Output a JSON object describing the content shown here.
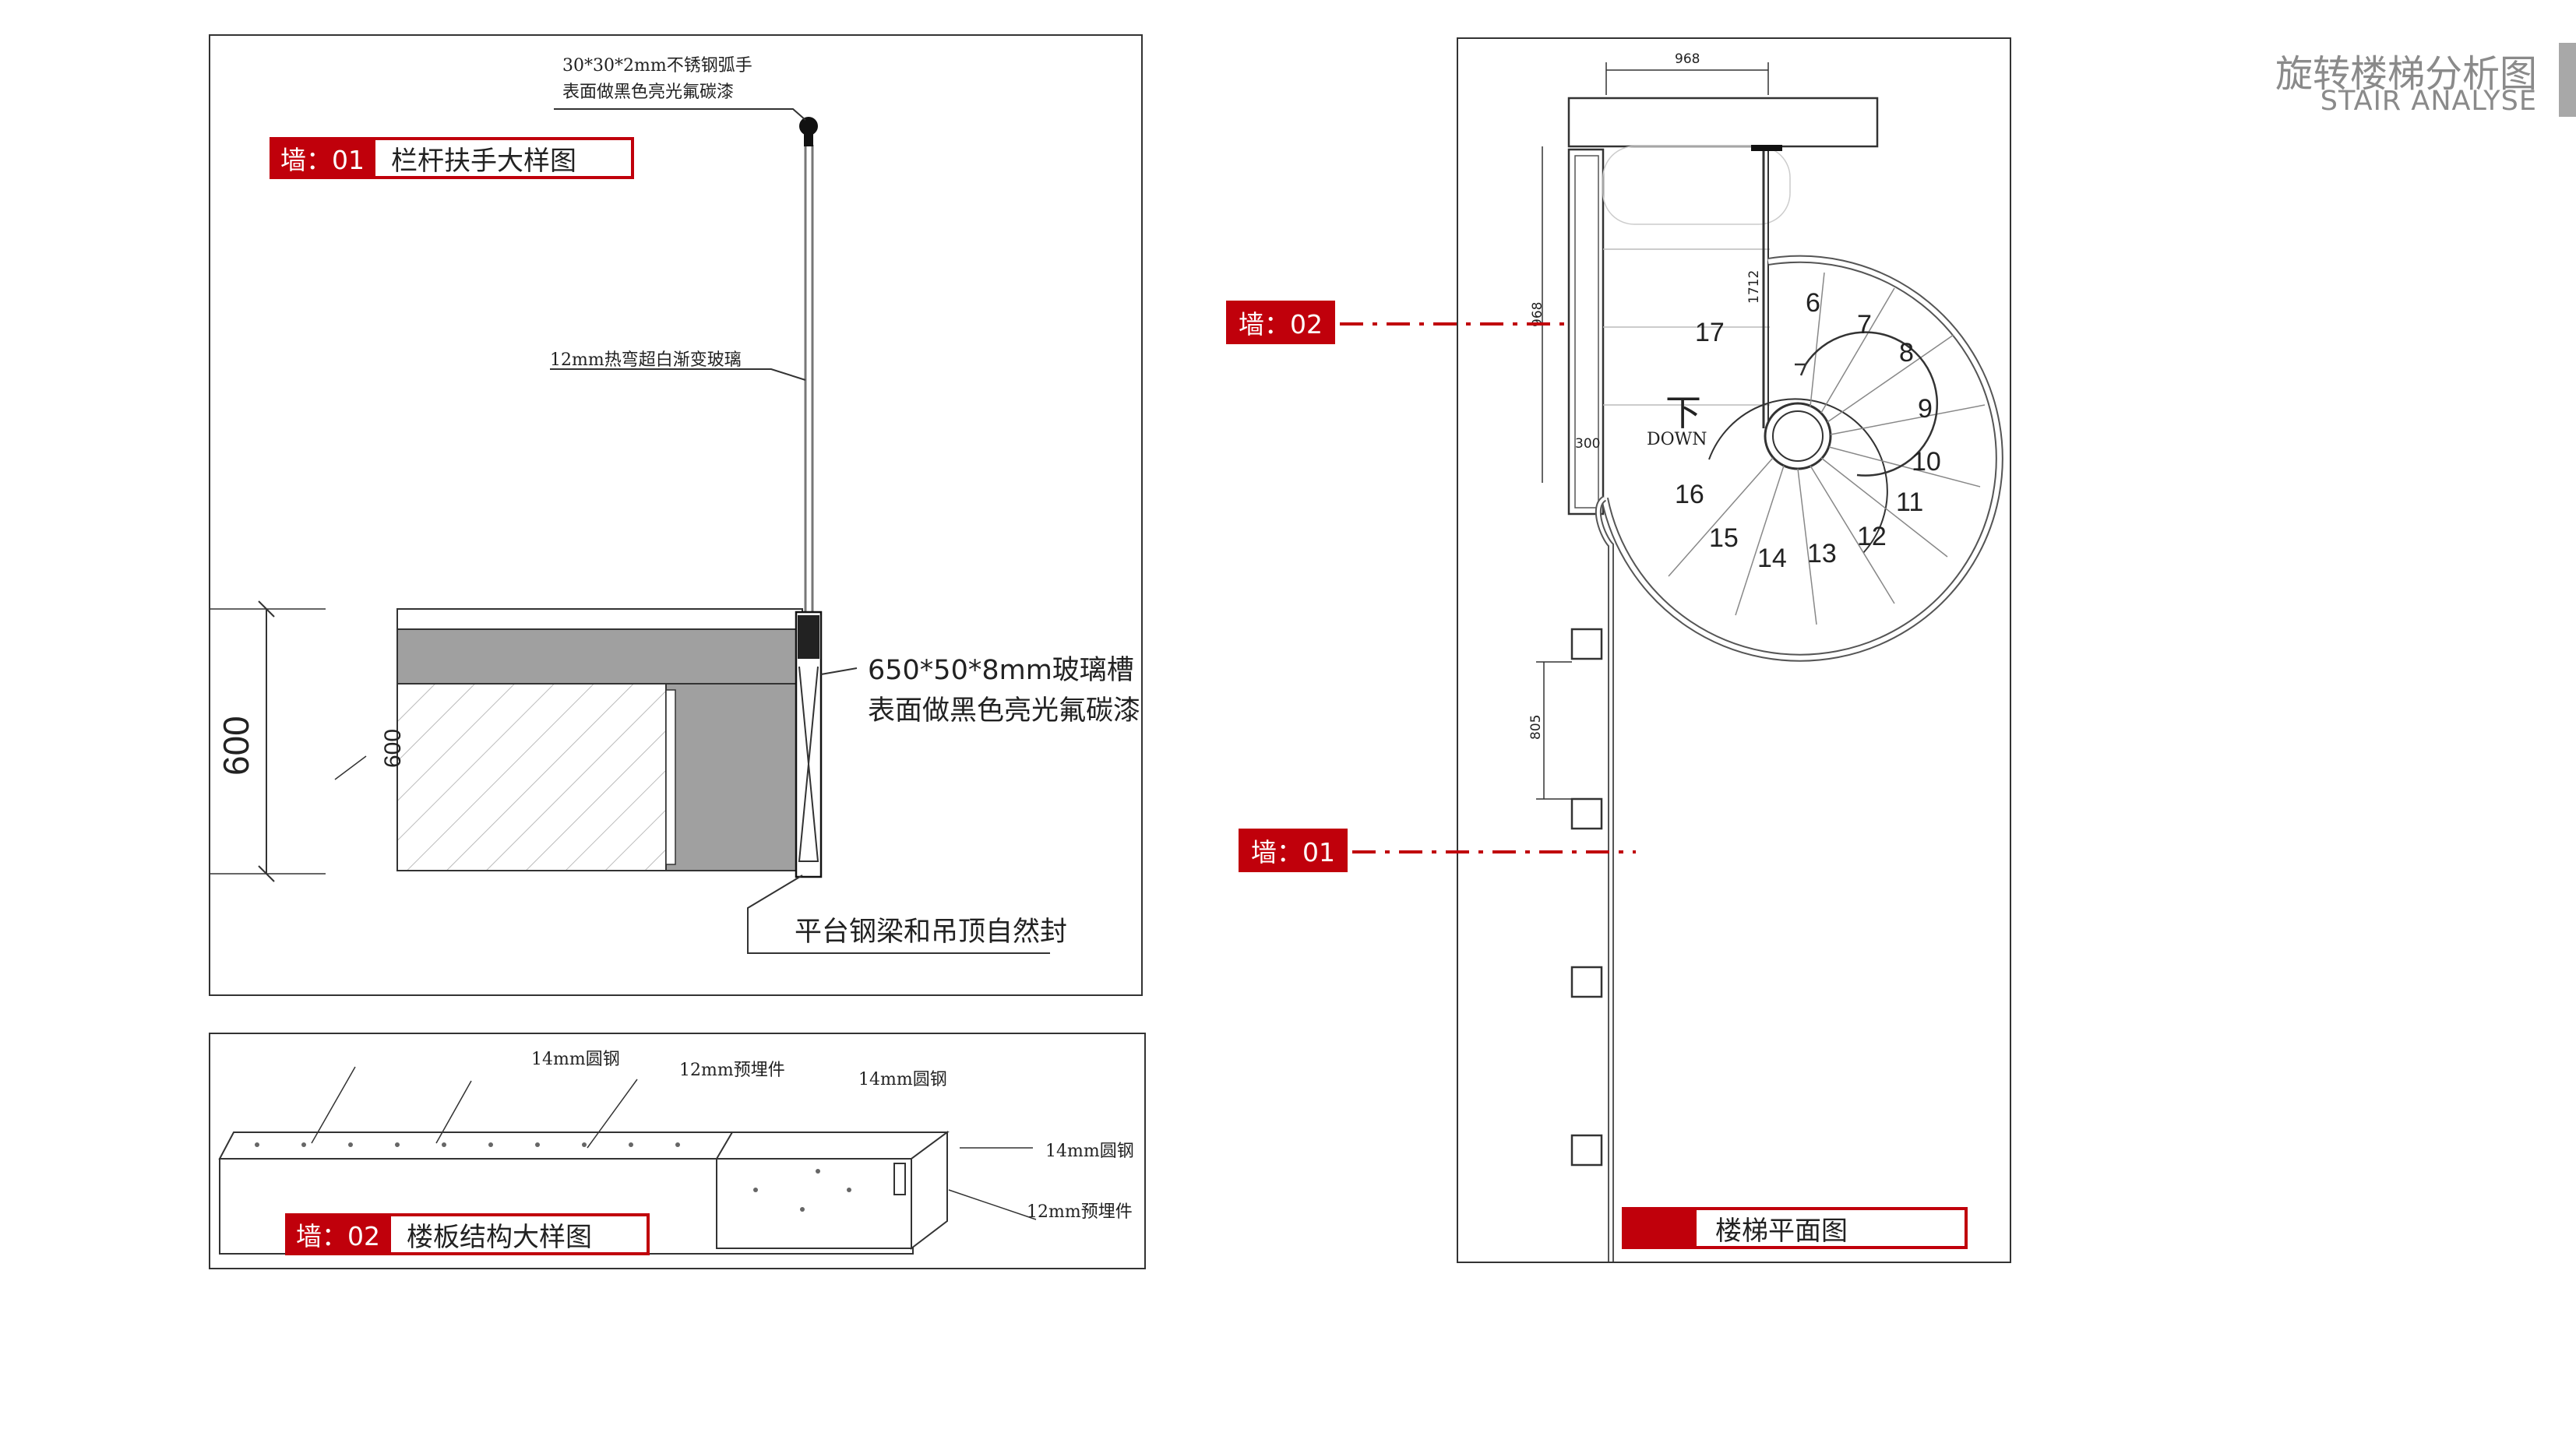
{
  "header": {
    "title_cn": "旋转楼梯分析图",
    "title_en": "STAIR ANALYSE"
  },
  "panel_railing": {
    "tag_code": "墙：01",
    "tag_label": "栏杆扶手大样图",
    "note_handrail_line1": "30*30*2mm不锈钢弧手",
    "note_handrail_line2": "表面做黑色亮光氟碳漆",
    "note_glass": "12mm热弯超白渐变玻璃",
    "note_slot_line1": "650*50*8mm玻璃槽",
    "note_slot_line2": "表面做黑色亮光氟碳漆",
    "note_beam": "平台钢梁和吊顶自然封",
    "dim_outer": "600",
    "dim_inner": "600"
  },
  "panel_slab": {
    "tag_code": "墙：02",
    "tag_label": "楼板结构大样图",
    "note_rebar_a": "14mm圆钢",
    "note_embed_a": "12mm预埋件",
    "note_rebar_b": "14mm圆钢",
    "note_rebar_c": "14mm圆钢",
    "note_embed_b": "12mm预埋件"
  },
  "panel_plan": {
    "tag_label": "楼梯平面图",
    "wall_tag_02": "墙：02",
    "wall_tag_01": "墙：01",
    "down_cn": "下",
    "down_en": "DOWN",
    "dim_top": "968",
    "dim_left": "968",
    "dim_inner": "1712",
    "dim_300": "300",
    "dim_805": "805",
    "steps": [
      "6",
      "7",
      "8",
      "9",
      "10",
      "11",
      "12",
      "13",
      "14",
      "15",
      "16",
      "17"
    ]
  },
  "colors": {
    "accent": "#c0000b",
    "header_gray": "#8a8a8a"
  }
}
